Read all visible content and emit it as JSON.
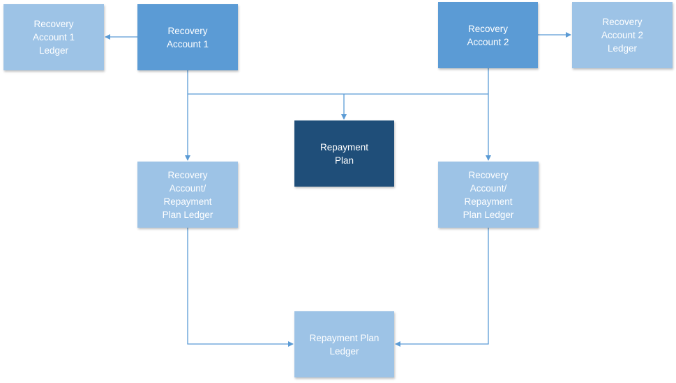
{
  "colors": {
    "light_box": "#9dc3e6",
    "medium_box": "#5b9bd5",
    "dark_box": "#1f4e79",
    "connector": "#5b9bd5",
    "text": "#ffffff"
  },
  "nodes": {
    "recovery_account_1_ledger": "Recovery\nAccount 1\nLedger",
    "recovery_account_1": "Recovery\nAccount 1",
    "recovery_account_2": "Recovery\nAccount 2",
    "recovery_account_2_ledger": "Recovery\nAccount 2\nLedger",
    "repayment_plan": "Repayment\nPlan",
    "recovery_account_repayment_plan_ledger_1": "Recovery\nAccount/\nRepayment\nPlan Ledger",
    "recovery_account_repayment_plan_ledger_2": "Recovery\nAccount/\nRepayment\nPlan Ledger",
    "repayment_plan_ledger": "Repayment Plan\nLedger"
  }
}
